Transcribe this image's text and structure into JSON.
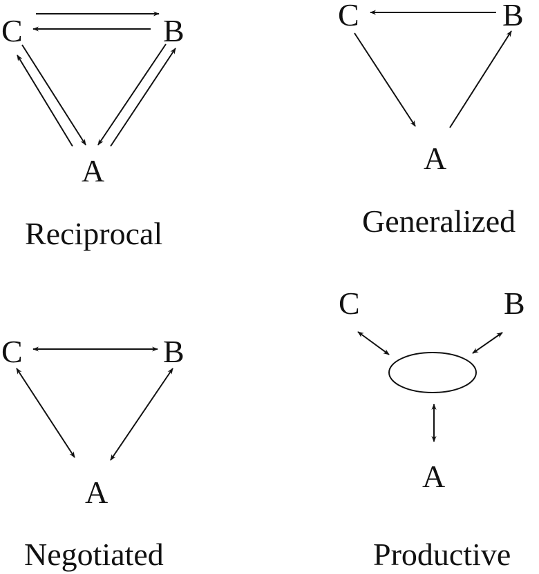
{
  "panels": {
    "reciprocal": {
      "caption": "Reciprocal",
      "nodes": {
        "a": "A",
        "b": "B",
        "c": "C"
      }
    },
    "generalized": {
      "caption": "Generalized",
      "nodes": {
        "a": "A",
        "b": "B",
        "c": "C"
      }
    },
    "negotiated": {
      "caption": "Negotiated",
      "nodes": {
        "a": "A",
        "b": "B",
        "c": "C"
      }
    },
    "productive": {
      "caption": "Productive",
      "nodes": {
        "a": "A",
        "b": "B",
        "c": "C"
      }
    }
  }
}
